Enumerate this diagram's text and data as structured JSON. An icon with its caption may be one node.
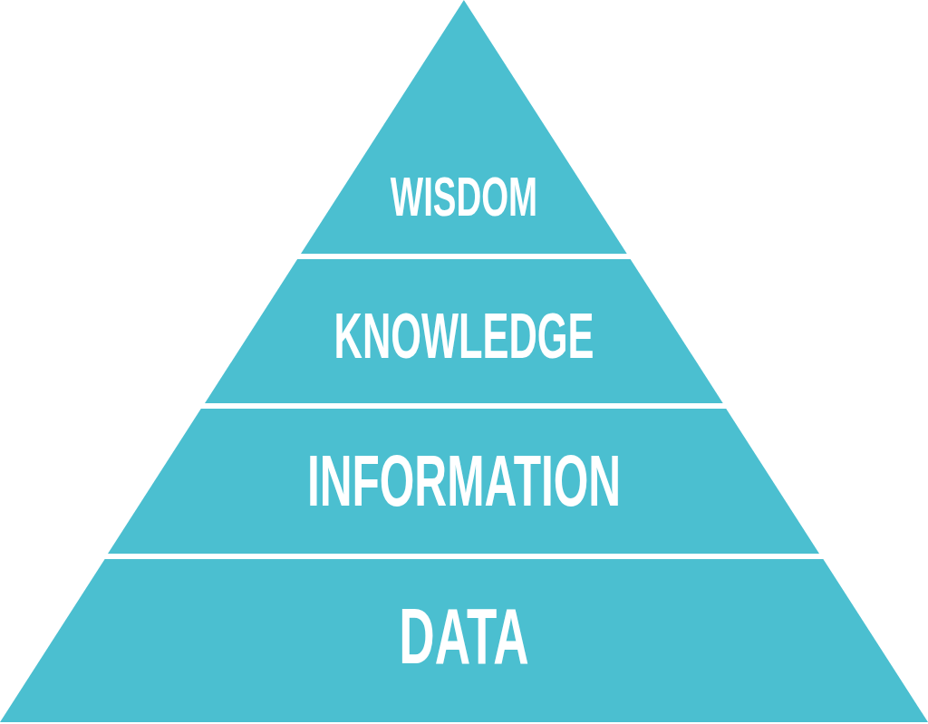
{
  "diagram": {
    "nodes": [
      {
        "text": [
          "WISDOM"
        ]
      },
      {
        "text": [
          "KNOWLEDGE"
        ]
      },
      {
        "text": [
          "INFORMATION"
        ]
      },
      {
        "text": [
          "DATA"
        ]
      }
    ]
  }
}
